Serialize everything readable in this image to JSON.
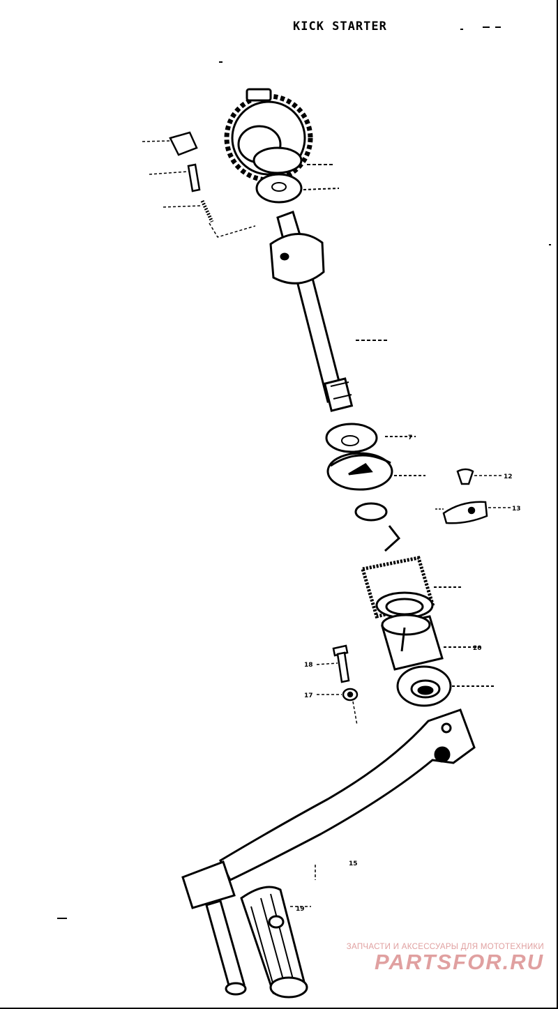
{
  "title": "KICK STARTER",
  "watermark": {
    "caption": "ЗАПЧАСТИ И АКСЕССУАРЫ ДЛЯ МОТОТЕХНИКИ",
    "brand": "PARTSFOR.RU",
    "color": "#e0a0a0"
  },
  "callouts": [
    "7",
    "12",
    "13",
    "15",
    "17",
    "18",
    "19",
    "20"
  ]
}
